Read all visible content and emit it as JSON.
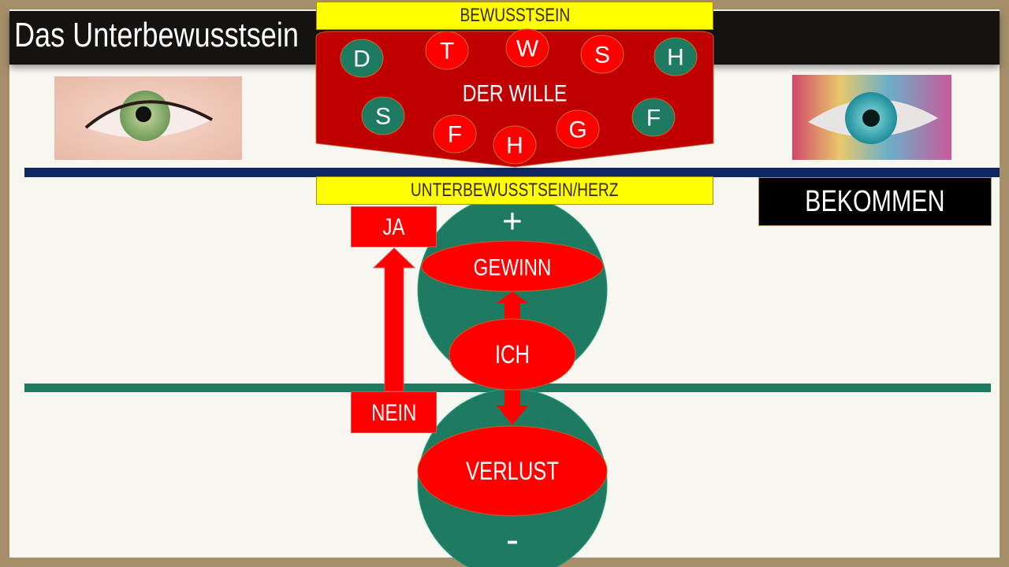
{
  "title": "Das Unterbewusstsein",
  "top_bar": "BEWUSSTSEIN",
  "will": {
    "label": "DER WILLE",
    "circles": [
      {
        "letter": "D",
        "color": "green"
      },
      {
        "letter": "T",
        "color": "red"
      },
      {
        "letter": "W",
        "color": "red"
      },
      {
        "letter": "S",
        "color": "red"
      },
      {
        "letter": "H",
        "color": "green"
      },
      {
        "letter": "S",
        "color": "green"
      },
      {
        "letter": "F",
        "color": "red"
      },
      {
        "letter": "H",
        "color": "red"
      },
      {
        "letter": "G",
        "color": "red"
      },
      {
        "letter": "F",
        "color": "green"
      }
    ]
  },
  "sub_bar": "UNTERBEWUSSTSEIN/HERZ",
  "bekommen": "BEKOMMEN",
  "ja": "JA",
  "nein": "NEIN",
  "plus": "+",
  "minus": "-",
  "gewinn": "GEWINN",
  "ich": "ICH",
  "verlust": "VERLUST",
  "colors": {
    "red": "#ff0000",
    "dark_red": "#c00000",
    "green": "#1e7b62",
    "navy": "#0f2660",
    "yellow": "#ffff00"
  }
}
